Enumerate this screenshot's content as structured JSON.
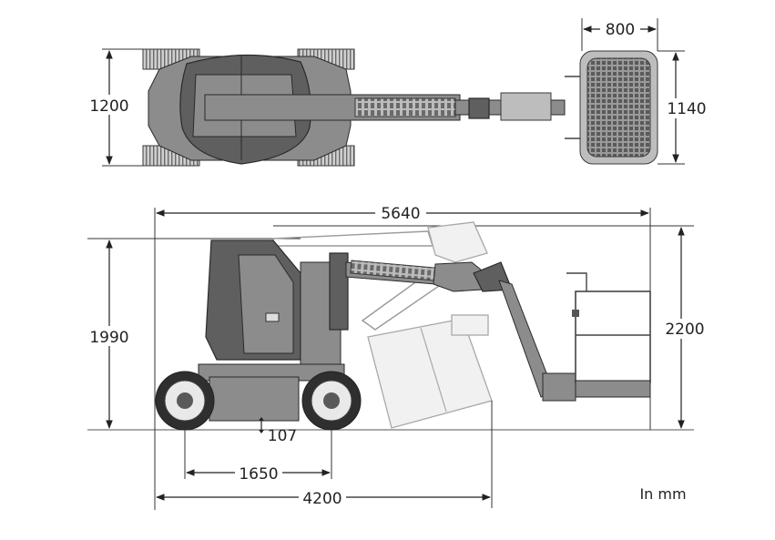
{
  "dimensions": {
    "platform_width": "800",
    "machine_width": "1200",
    "platform_depth": "1140",
    "overall_length": "5640",
    "stowed_height": "1990",
    "max_height": "2200",
    "ground_clearance": "107",
    "wheelbase": "1650",
    "transport_length": "4200"
  },
  "units_note": "In mm",
  "colors": {
    "machine_dark": "#5f5f5f",
    "machine_mid": "#8c8c8c",
    "ghost_outline": "#9a9a9a",
    "dimension_line": "#222222"
  }
}
